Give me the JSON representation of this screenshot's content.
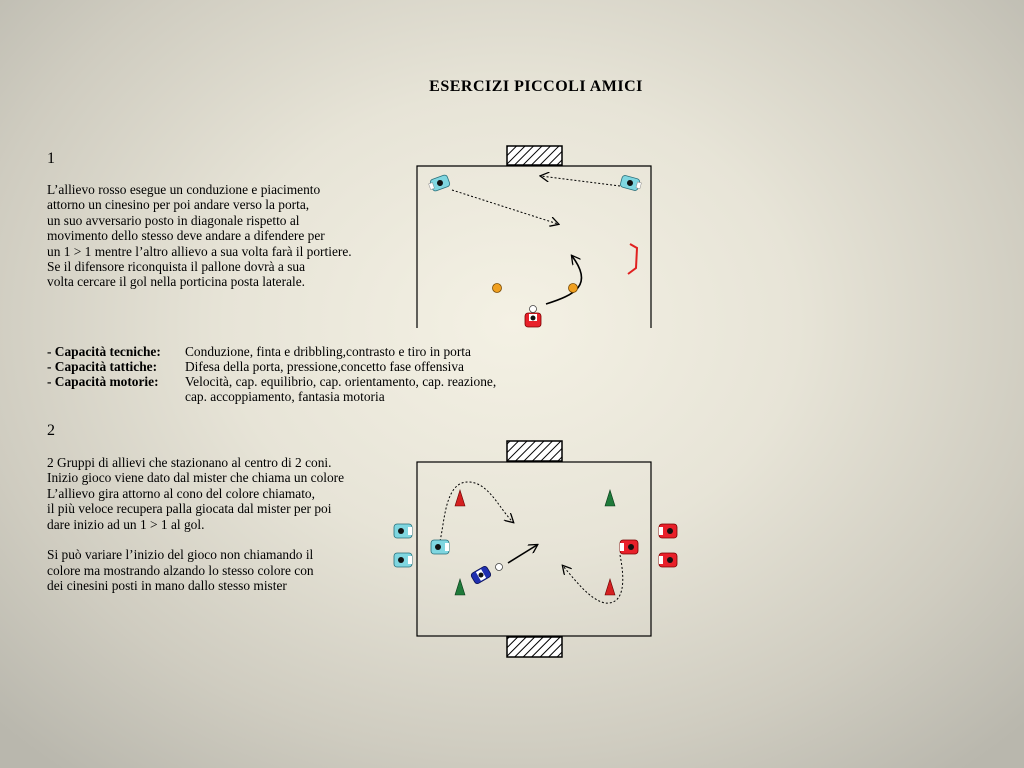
{
  "title": "ESERCIZI  PICCOLI  AMICI",
  "exercise1": {
    "number": "1",
    "lines": [
      "L’allievo rosso esegue un conduzione e piacimento",
      "attorno un cinesino per poi andare verso la porta,",
      "un suo avversario posto in diagonale rispetto al",
      "movimento dello stesso deve andare a difendere per",
      "un 1 > 1 mentre l’altro allievo a sua volta farà il portiere.",
      "Se il difensore riconquista il pallone dovrà a sua",
      "volta cercare il gol nella porticina posta laterale."
    ],
    "capacities": [
      {
        "label": "- Capacità tecniche:",
        "value": "Conduzione, finta e dribbling,contrasto e tiro in porta"
      },
      {
        "label": "- Capacità tattiche:",
        "value": "Difesa della porta, pressione,concetto fase offensiva"
      },
      {
        "label": "- Capacità motorie:",
        "value": "Velocità, cap. equilibrio, cap. orientamento, cap. reazione,"
      }
    ],
    "capacities_continuation": "cap. accoppiamento, fantasia motoria"
  },
  "exercise2": {
    "number": "2",
    "lines": [
      "2 Gruppi di allievi che stazionano al centro di 2 coni.",
      "Inizio gioco viene dato dal mister che chiama un colore",
      "L’allievo gira attorno al cono del colore chiamato,",
      "il più veloce recupera palla giocata dal mister per poi",
      "dare inizio ad un 1 > 1 al gol.",
      "",
      "Si può variare l’inizio del gioco non chiamando il",
      "colore  ma mostrando alzando lo stesso colore con",
      "dei cinesini posti in mano dallo stesso mister"
    ]
  },
  "colors": {
    "cyan_player": "#7fd6e0",
    "red_player": "#e8202a",
    "blue_player": "#2030b0",
    "cone_red": "#d42020",
    "cone_green": "#1f7a3a",
    "disc_orange": "#f0a020"
  }
}
